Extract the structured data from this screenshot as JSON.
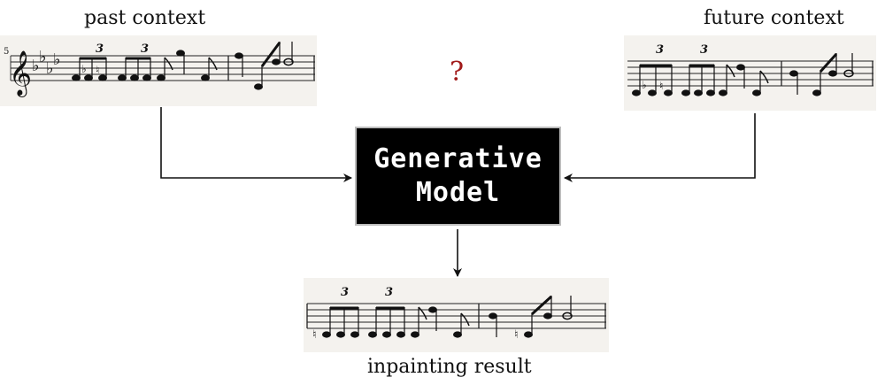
{
  "labels": {
    "past": "past context",
    "future": "future context",
    "result": "inpainting result",
    "question": "?"
  },
  "model": {
    "line1": "Generative",
    "line2": "Model"
  },
  "scores": {
    "past": {
      "measure_number": "5",
      "triplet_mark": "3",
      "flat_sign": "♭",
      "natural_sign": "♮",
      "clef": "𝄞"
    },
    "future": {
      "triplet_mark": "3",
      "flat_sign": "♭",
      "natural_sign": "♮"
    },
    "result": {
      "triplet_mark": "3",
      "natural_sign": "♮"
    }
  },
  "colors": {
    "question_mark": "#a11a1a",
    "box_fill": "#000000",
    "box_text": "#ffffff",
    "score_background": "#f4f2ee"
  }
}
